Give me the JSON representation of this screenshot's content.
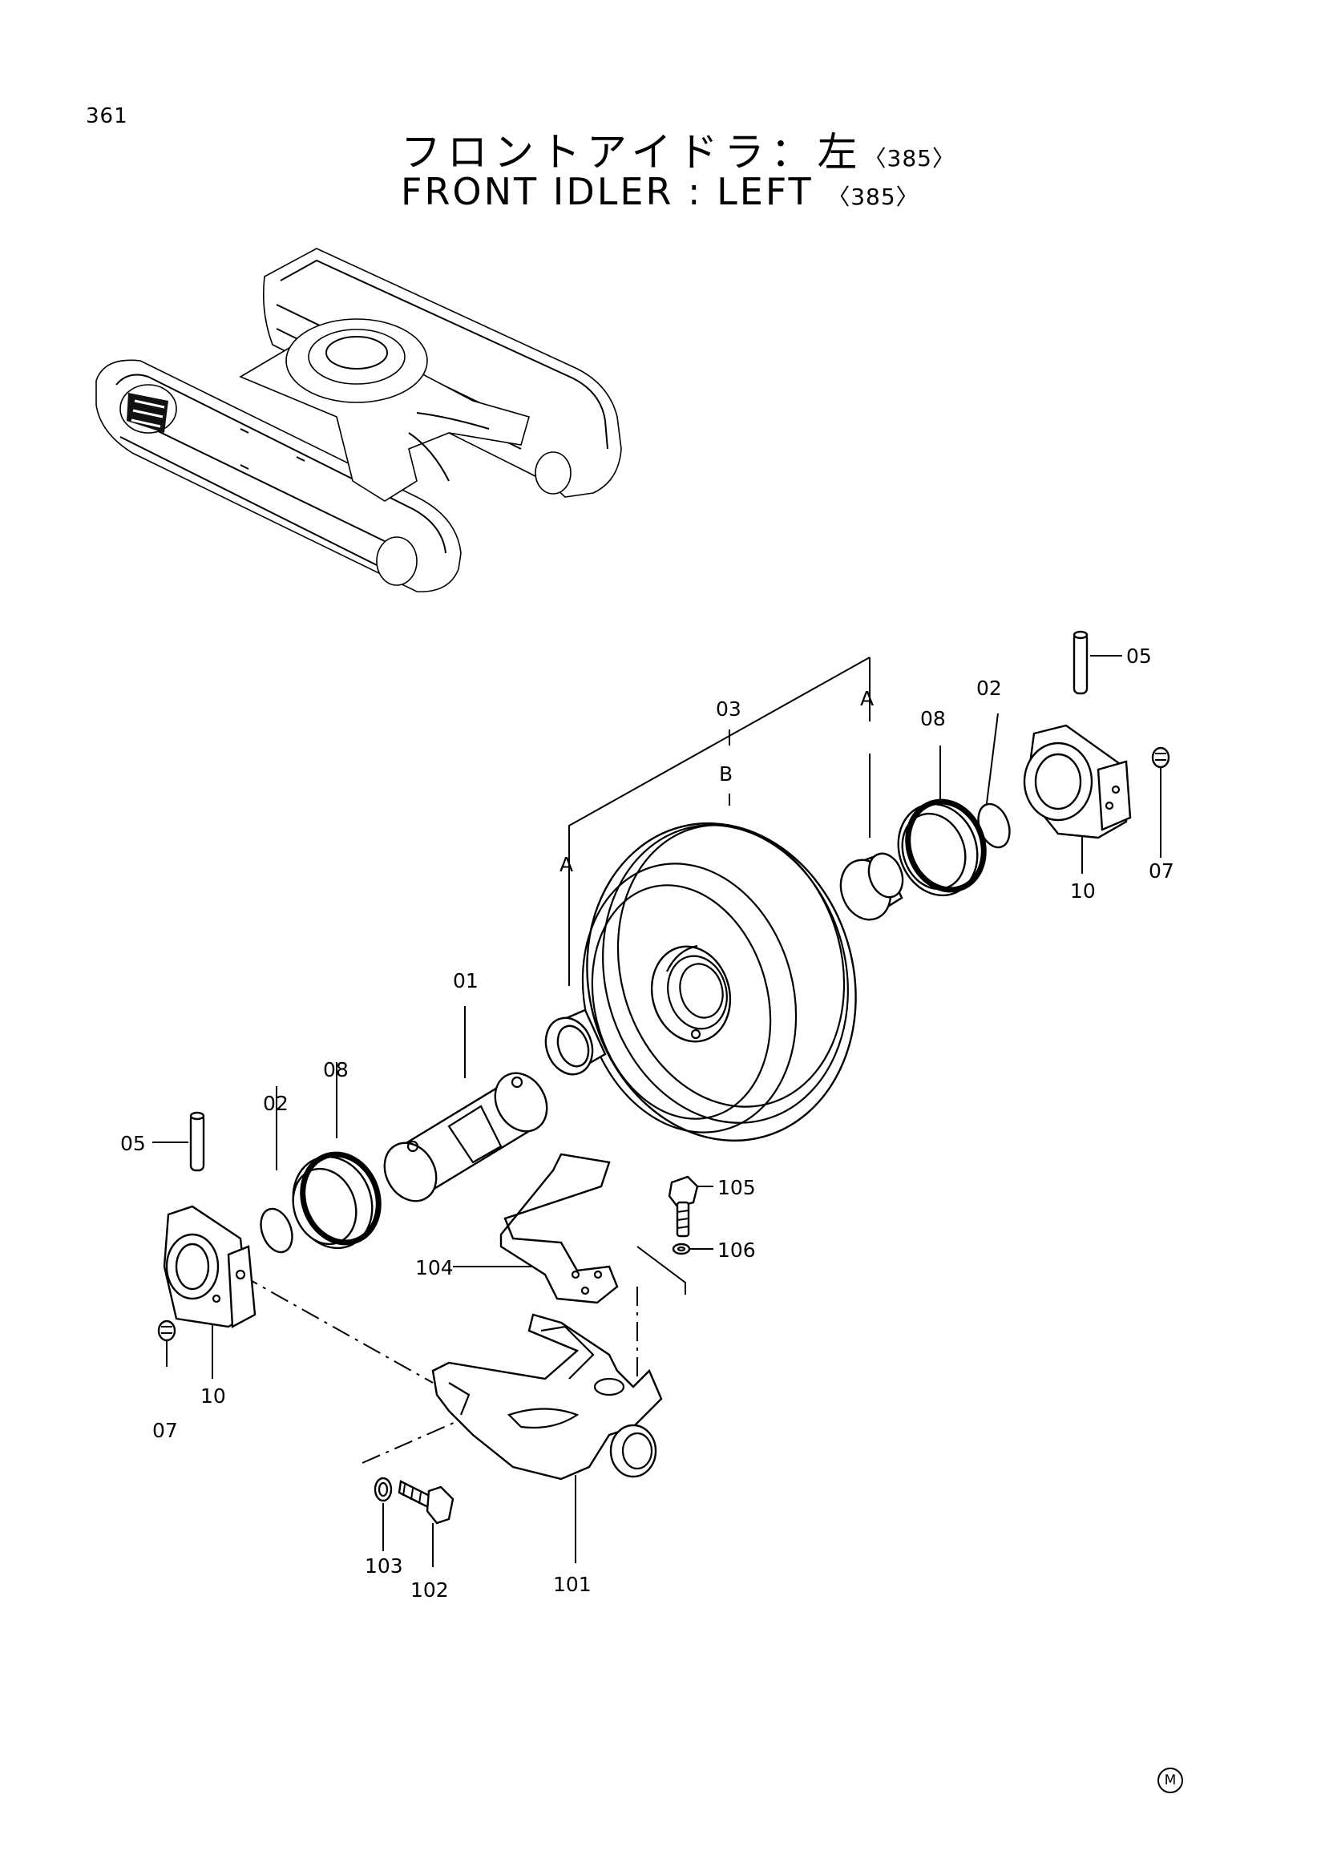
{
  "page": {
    "number": "361",
    "title_ja": "フロントアイドラ：左",
    "title_en": "FRONT IDLER : LEFT",
    "ref_code": "〈385〉",
    "maker_mark": "M"
  },
  "callouts": {
    "c01": "01",
    "c02_right": "02",
    "c02_left": "02",
    "c03": "03",
    "c05_right": "05",
    "c05_left": "05",
    "c07_right": "07",
    "c07_left": "07",
    "c08_right": "08",
    "c08_left": "08",
    "c10_right": "10",
    "c10_left": "10",
    "c101": "101",
    "c102": "102",
    "c103": "103",
    "c104": "104",
    "c105": "105",
    "c106": "106",
    "A_top": "A",
    "A_left": "A",
    "B": "B"
  }
}
